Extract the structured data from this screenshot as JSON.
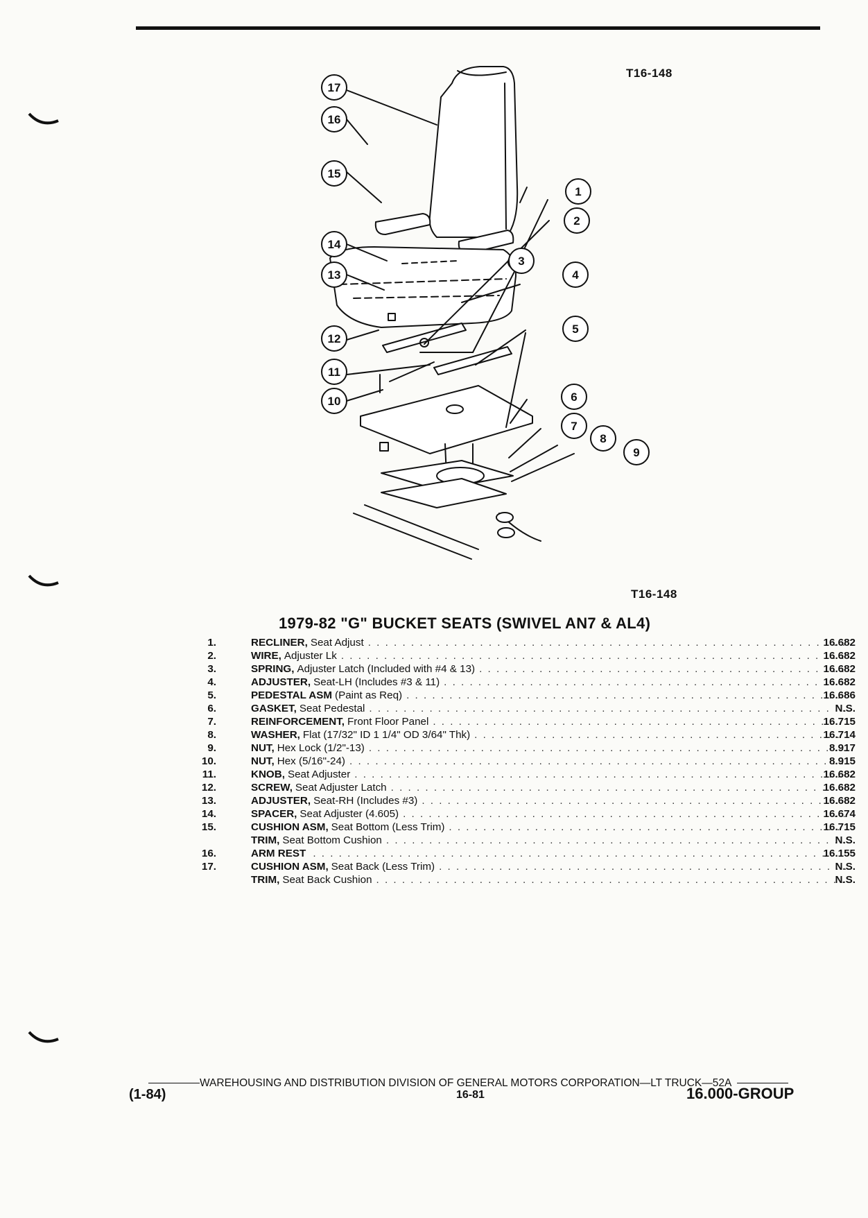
{
  "figure_code_top": "T16-148",
  "figure_code_bottom": "T16-148",
  "title": "1979-82 \"G\" BUCKET SEATS (SWIVEL AN7 & AL4)",
  "callouts": [
    "1",
    "2",
    "3",
    "4",
    "5",
    "6",
    "7",
    "8",
    "9",
    "10",
    "11",
    "12",
    "13",
    "14",
    "15",
    "16",
    "17"
  ],
  "parts": [
    {
      "num": "1.",
      "name": "RECLINER,",
      "desc": "Seat Adjust",
      "group": "16.682"
    },
    {
      "num": "2.",
      "name": "WIRE,",
      "desc": "Adjuster Lk",
      "group": "16.682"
    },
    {
      "num": "3.",
      "name": "SPRING,",
      "desc": "Adjuster Latch (Included with #4 & 13)",
      "group": "16.682"
    },
    {
      "num": "4.",
      "name": "ADJUSTER,",
      "desc": "Seat-LH (Includes #3 & 11)",
      "group": "16.682"
    },
    {
      "num": "5.",
      "name": "PEDESTAL ASM",
      "desc": "(Paint as Req)",
      "group": "16.686"
    },
    {
      "num": "6.",
      "name": "GASKET,",
      "desc": "Seat Pedestal",
      "group": "N.S."
    },
    {
      "num": "7.",
      "name": "REINFORCEMENT,",
      "desc": "Front Floor Panel",
      "group": "16.715"
    },
    {
      "num": "8.",
      "name": "WASHER,",
      "desc": "Flat (17/32\" ID 1 1/4\" OD 3/64\" Thk)",
      "group": "16.714"
    },
    {
      "num": "9.",
      "name": "NUT,",
      "desc": "Hex Lock (1/2\"-13)",
      "group": "8.917"
    },
    {
      "num": "10.",
      "name": "NUT,",
      "desc": "Hex (5/16\"-24)",
      "group": "8.915"
    },
    {
      "num": "11.",
      "name": "KNOB,",
      "desc": "Seat Adjuster",
      "group": "16.682"
    },
    {
      "num": "12.",
      "name": "SCREW,",
      "desc": "Seat Adjuster Latch",
      "group": "16.682"
    },
    {
      "num": "13.",
      "name": "ADJUSTER,",
      "desc": "Seat-RH (Includes #3)",
      "group": "16.682"
    },
    {
      "num": "14.",
      "name": "SPACER,",
      "desc": "Seat Adjuster (4.605)",
      "group": "16.674"
    },
    {
      "num": "15.",
      "name": "CUSHION ASM,",
      "desc": "Seat Bottom (Less Trim)",
      "group": "16.715"
    },
    {
      "num": "",
      "name": "TRIM,",
      "desc": "Seat Bottom Cushion",
      "group": "N.S."
    },
    {
      "num": "16.",
      "name": "ARM REST",
      "desc": "",
      "group": "16.155"
    },
    {
      "num": "17.",
      "name": "CUSHION ASM,",
      "desc": "Seat Back (Less Trim)",
      "group": "N.S."
    },
    {
      "num": "",
      "name": "TRIM,",
      "desc": "Seat Back Cushion",
      "group": "N.S."
    }
  ],
  "footer": {
    "division": "WAREHOUSING AND DISTRIBUTION  DIVISION OF GENERAL MOTORS CORPORATION—LT TRUCK—52A",
    "date": "(1-84)",
    "page": "16-81",
    "group": "16.000-GROUP"
  }
}
